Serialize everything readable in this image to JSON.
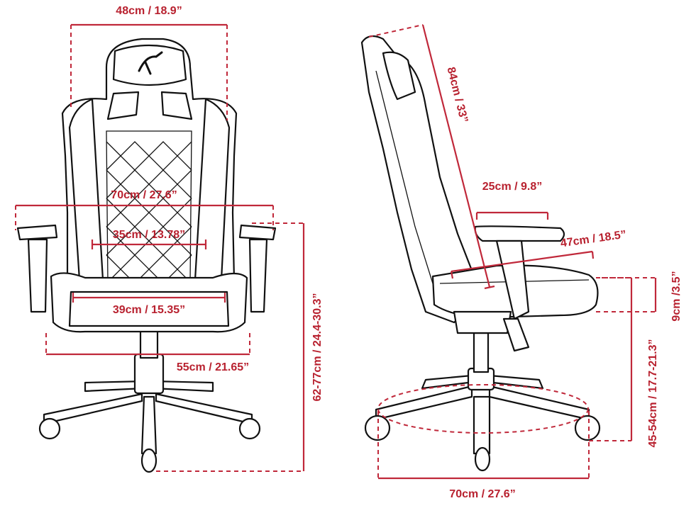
{
  "colors": {
    "dimension": "#b8212f",
    "line": "#111111",
    "background": "#ffffff"
  },
  "logo": {
    "icon": "arozzi-arrow-icon"
  },
  "front_view": {
    "top_width": "48cm / 18.9”",
    "arm_width": "70cm / 27.6”",
    "back_width": "35cm / 13.78”",
    "seat_width": "39cm / 15.35”",
    "base_width": "55cm / 21.65”",
    "total_height": "62-77cm / 24.4-30.3”"
  },
  "side_view": {
    "back_height": "84cm / 33”",
    "armrest_length": "25cm / 9.8”",
    "seat_depth": "47cm / 18.5”",
    "seat_thickness": "9cm /3.5”",
    "seat_height": "45-54cm / 17.7-21.3”",
    "base_width": "70cm / 27.6”"
  }
}
